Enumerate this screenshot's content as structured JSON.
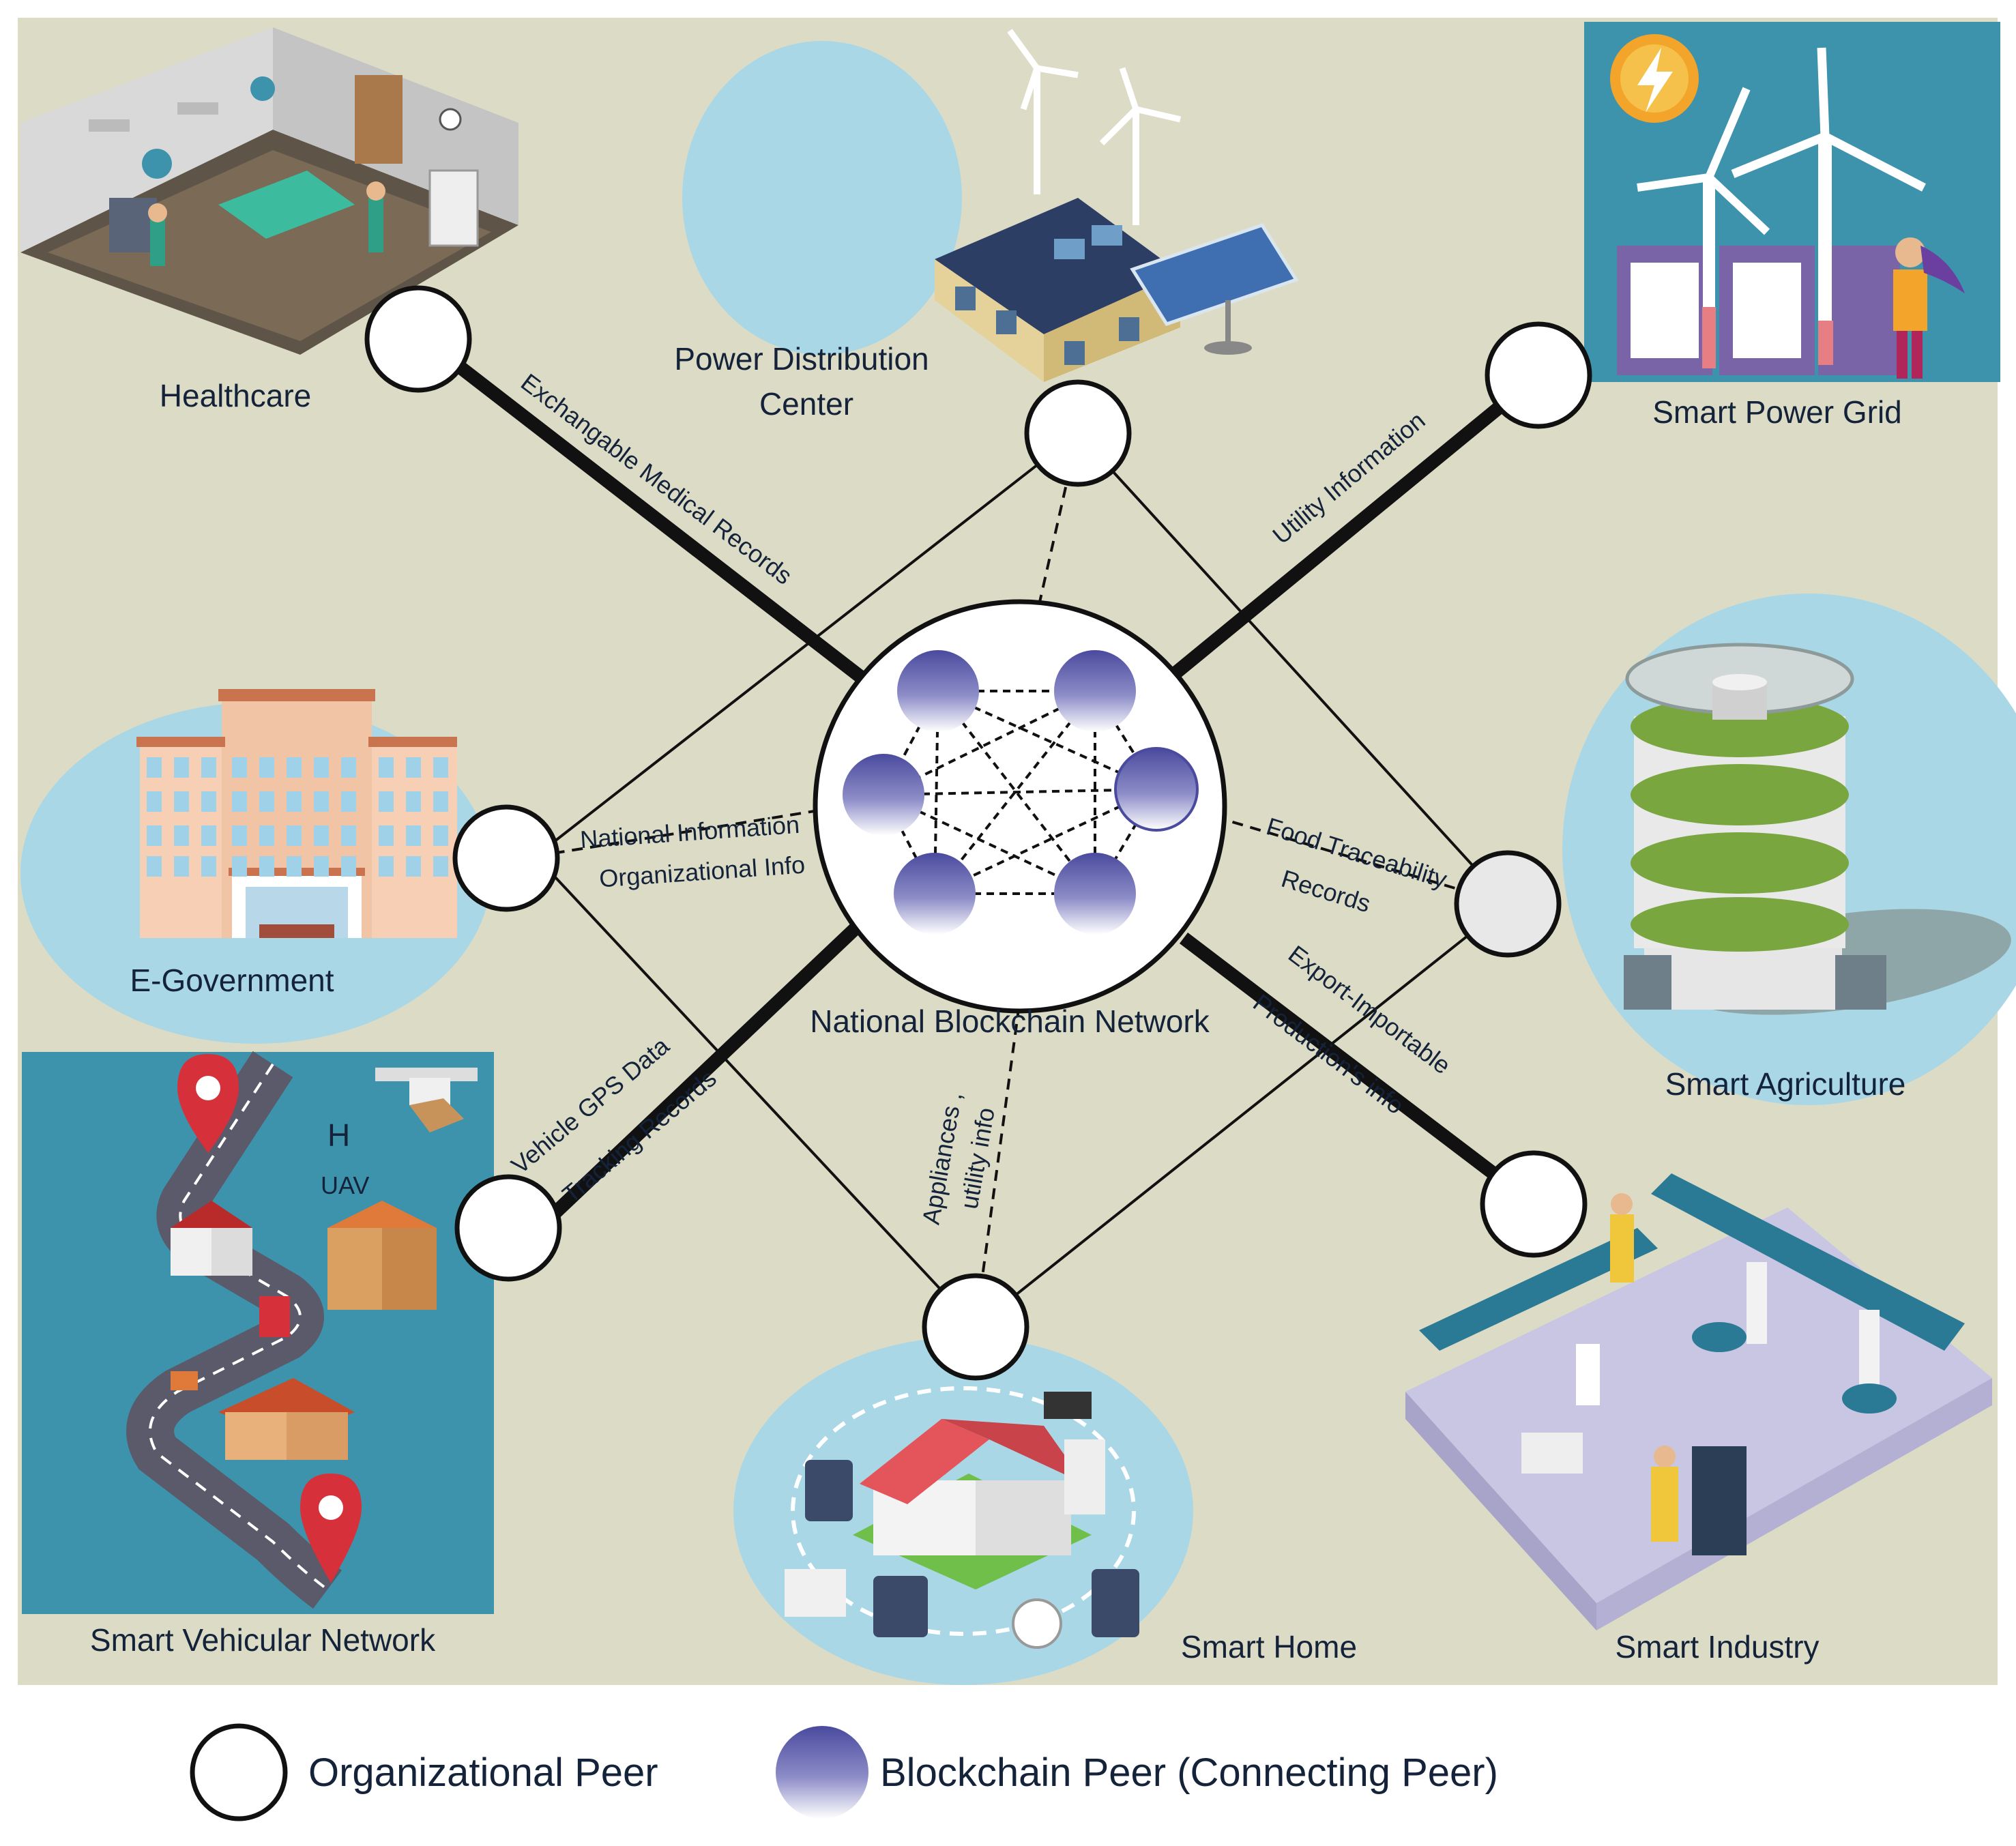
{
  "diagram": {
    "hub": {
      "label": "National Blockchain Network"
    },
    "nodes": [
      {
        "id": "healthcare",
        "label": "Healthcare",
        "icon": "operating-room-illustration"
      },
      {
        "id": "power-distribution",
        "label_line1": "Power Distribution",
        "label_line2": "Center",
        "icon": "solar-house-wind-turbine-illustration"
      },
      {
        "id": "smart-power-grid",
        "label": "Smart Power Grid",
        "icon": "wind-turbine-battery-illustration"
      },
      {
        "id": "e-government",
        "label": "E-Government",
        "icon": "government-building-illustration"
      },
      {
        "id": "smart-agriculture",
        "label": "Smart Agriculture",
        "icon": "vertical-farm-tower-illustration"
      },
      {
        "id": "smart-vehicular",
        "label": "Smart Vehicular Network",
        "icon": "city-road-map-illustration"
      },
      {
        "id": "smart-home",
        "label": "Smart Home",
        "icon": "smart-house-appliances-illustration"
      },
      {
        "id": "smart-industry",
        "label": "Smart Industry",
        "icon": "robotic-factory-illustration"
      }
    ],
    "edge_labels": {
      "medical": "Exchangable  Medical Records",
      "utility": "Utility Information",
      "national_info": "National Information",
      "org_info": "Organizational Info",
      "food_1": "Food Traceability",
      "food_2": "Records",
      "export_1": "Export-Importable",
      "export_2": "Production's info",
      "gps": "Vehicle GPS Data",
      "tracking": "Tracking Records",
      "appliances_1": "Appliances ,",
      "appliances_2": "utility info"
    }
  },
  "legend": {
    "organizational_peer": "Organizational Peer",
    "blockchain_peer": "Blockchain Peer (Connecting Peer)"
  },
  "colors": {
    "background": "#dcdcc6",
    "illustration_sky": "#a9d7e6",
    "illustration_teal": "#3d93ab",
    "peer_purple": "#5a5aa8",
    "line": "#111111"
  }
}
